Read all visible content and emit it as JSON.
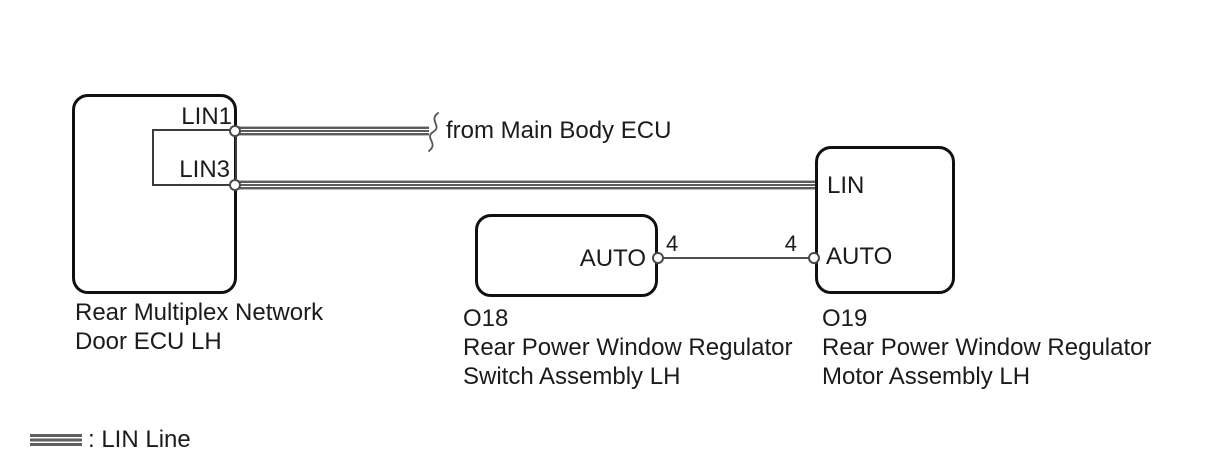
{
  "diagram": {
    "left_ecu": {
      "pin_lin1": "LIN1",
      "pin_lin3": "LIN3",
      "label": [
        "Rear Multiplex Network",
        "Door ECU LH"
      ]
    },
    "annotation": {
      "from_main_body_ecu": "from Main Body ECU"
    },
    "switch_o18": {
      "code": "O18",
      "pin_auto": "AUTO",
      "pin_no": "4",
      "label": [
        "Rear Power Window Regulator",
        "Switch Assembly LH"
      ]
    },
    "motor_o19": {
      "code": "O19",
      "pin_lin": "LIN",
      "pin_auto": "AUTO",
      "pin_no": "4",
      "label": [
        "Rear Power Window Regulator",
        "Motor Assembly LH"
      ]
    },
    "legend": {
      "lin_line": ": LIN Line"
    },
    "colors": {
      "outline": "#101010",
      "wire_dark": "#5c5c5c",
      "wire_light": "#b9b9b9"
    }
  }
}
